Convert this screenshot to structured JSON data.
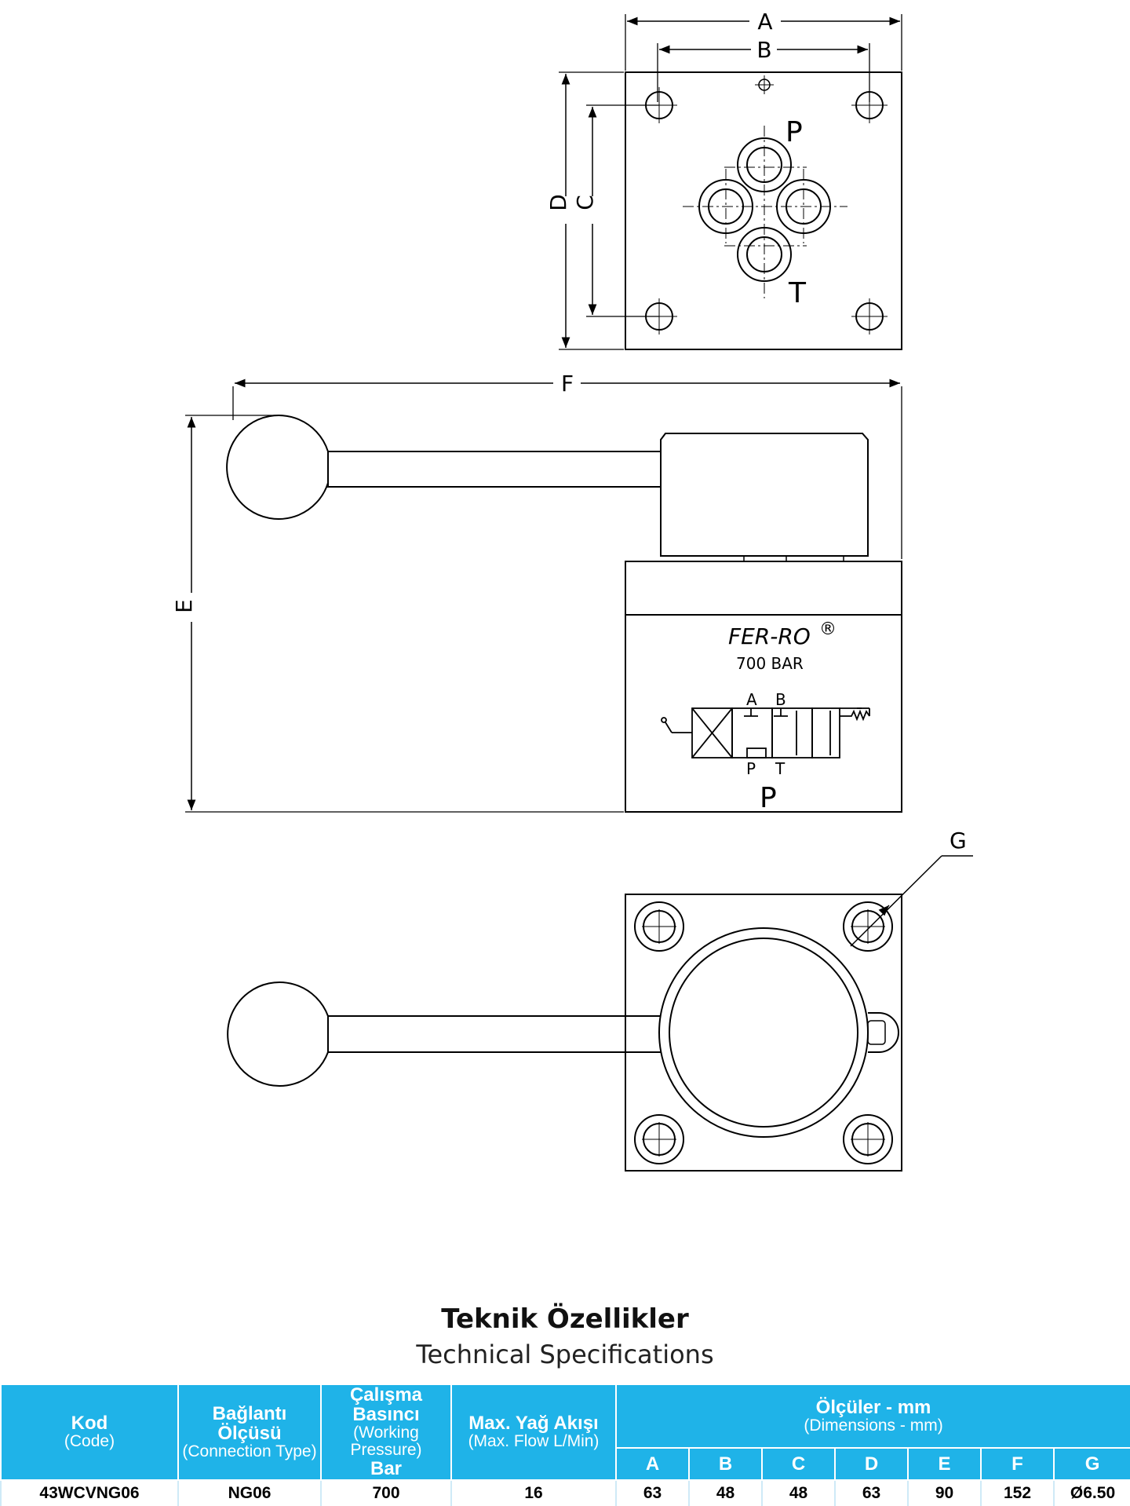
{
  "drawing": {
    "dimension_labels": {
      "a": "A",
      "b": "B",
      "c": "C",
      "d": "D",
      "e": "E",
      "f": "F",
      "g": "G"
    },
    "port_labels": {
      "top_p": "P",
      "top_t": "T",
      "front_p": "P"
    },
    "brand": "FER-RO",
    "brand_mark": "®",
    "pressure_rating": "700 BAR",
    "schematic_labels": {
      "a": "A",
      "b": "B",
      "p": "P",
      "t": "T"
    }
  },
  "specs": {
    "title_tr": "Teknik Özellikler",
    "title_en": "Technical Specifications",
    "headers": {
      "kod": "Kod",
      "kod_en": "(Code)",
      "baglanti": "Bağlantı Ölçüsü",
      "baglanti_en": "(Connection Type)",
      "calisma": "Çalışma Basıncı",
      "calisma_en": "(Working Pressure)",
      "calisma_unit": "Bar",
      "akis": "Max. Yağ Akışı",
      "akis_en": "(Max. Flow L/Min)",
      "olculer": "Ölçüler - mm",
      "olculer_en": "(Dimensions - mm)"
    },
    "dim_columns": [
      "A",
      "B",
      "C",
      "D",
      "E",
      "F",
      "G"
    ],
    "row": {
      "kod": "43WCVNG06",
      "baglanti": "NG06",
      "basinc": "700",
      "akis": "16",
      "dims": [
        "63",
        "48",
        "48",
        "63",
        "90",
        "152",
        "Ø6.50"
      ]
    }
  }
}
